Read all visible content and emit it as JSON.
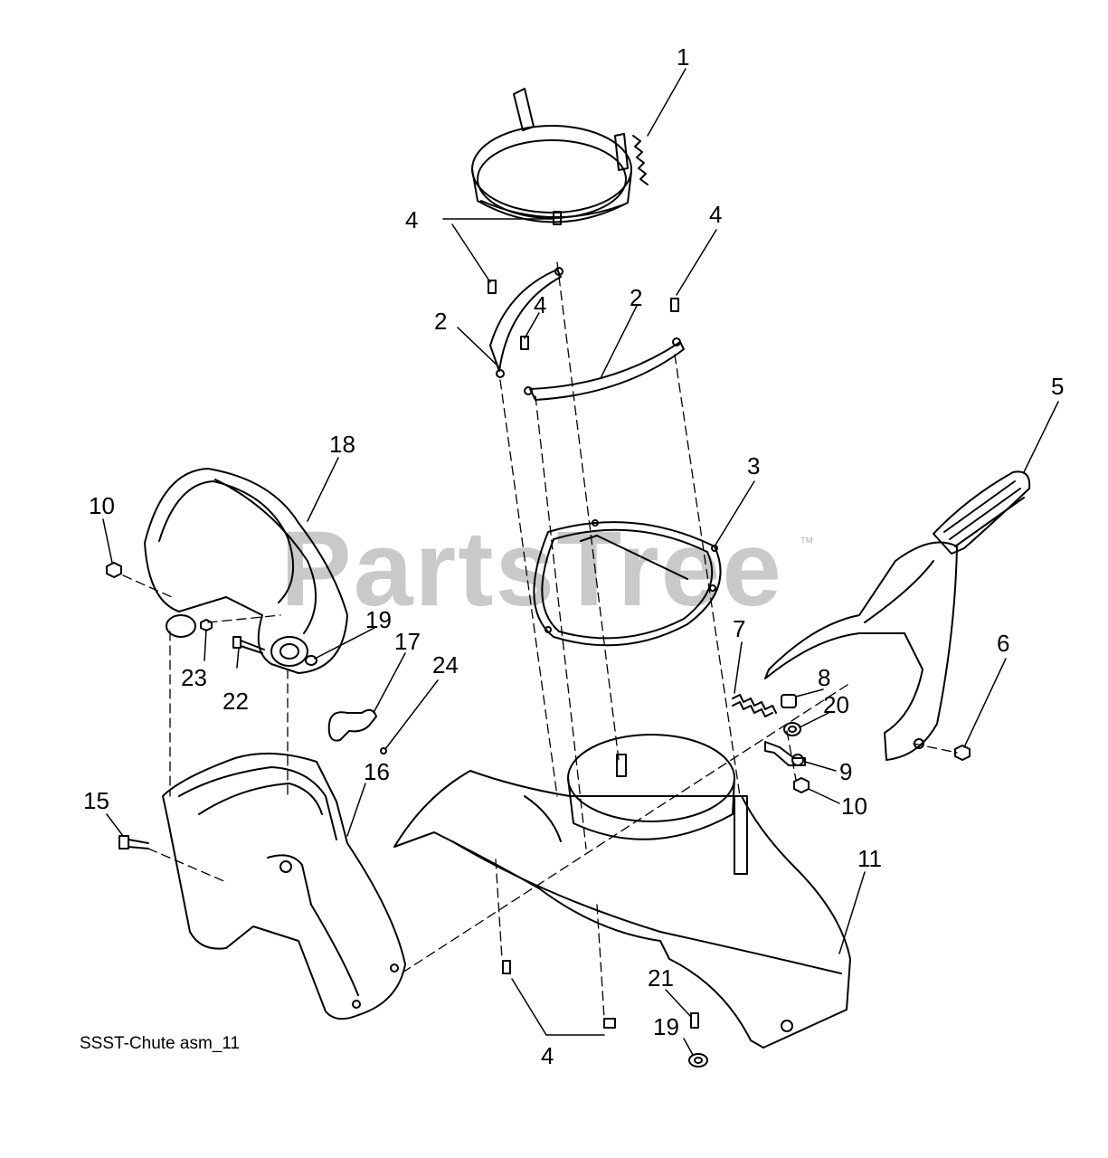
{
  "diagram": {
    "caption": "SSST-Chute asm_11",
    "watermark": "PartsTree",
    "watermark_mark": "™",
    "line_color": "#000000",
    "watermark_color": "#c9c9c9",
    "callouts": {
      "c1": "1",
      "c2a": "2",
      "c2b": "2",
      "c3": "3",
      "c4a": "4",
      "c4b": "4",
      "c4c": "4",
      "c4d": "4",
      "c5": "5",
      "c6": "6",
      "c7": "7",
      "c8": "8",
      "c9": "9",
      "c10a": "10",
      "c10b": "10",
      "c11": "11",
      "c15": "15",
      "c16": "16",
      "c17": "17",
      "c18": "18",
      "c19a": "19",
      "c19b": "19",
      "c20": "20",
      "c21": "21",
      "c22": "22",
      "c23": "23",
      "c24": "24"
    }
  }
}
